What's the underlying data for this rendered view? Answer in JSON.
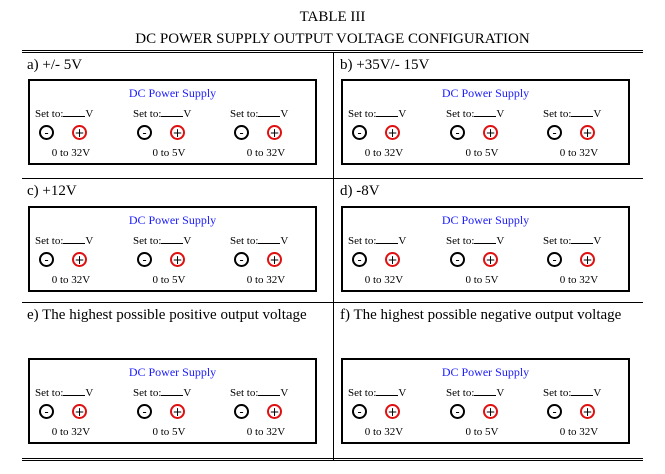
{
  "table": {
    "number": "TABLE III",
    "title": "DC POWER SUPPLY OUTPUT VOLTAGE CONFIGURATION"
  },
  "panel_title": "DC Power Supply",
  "channel_label": "Set to:",
  "unit": "V",
  "negative_symbol": "-",
  "positive_symbol": "+",
  "channel_ranges": [
    "0 to 32V",
    "0 to 5V",
    "0 to 32V"
  ],
  "cells": [
    {
      "label": "a) +/- 5V"
    },
    {
      "label": "b) +35V/- 15V"
    },
    {
      "label": "c) +12V"
    },
    {
      "label": "d) -8V"
    },
    {
      "label": "e) The highest possible positive output voltage"
    },
    {
      "label": "f) The highest possible negative output voltage"
    }
  ]
}
